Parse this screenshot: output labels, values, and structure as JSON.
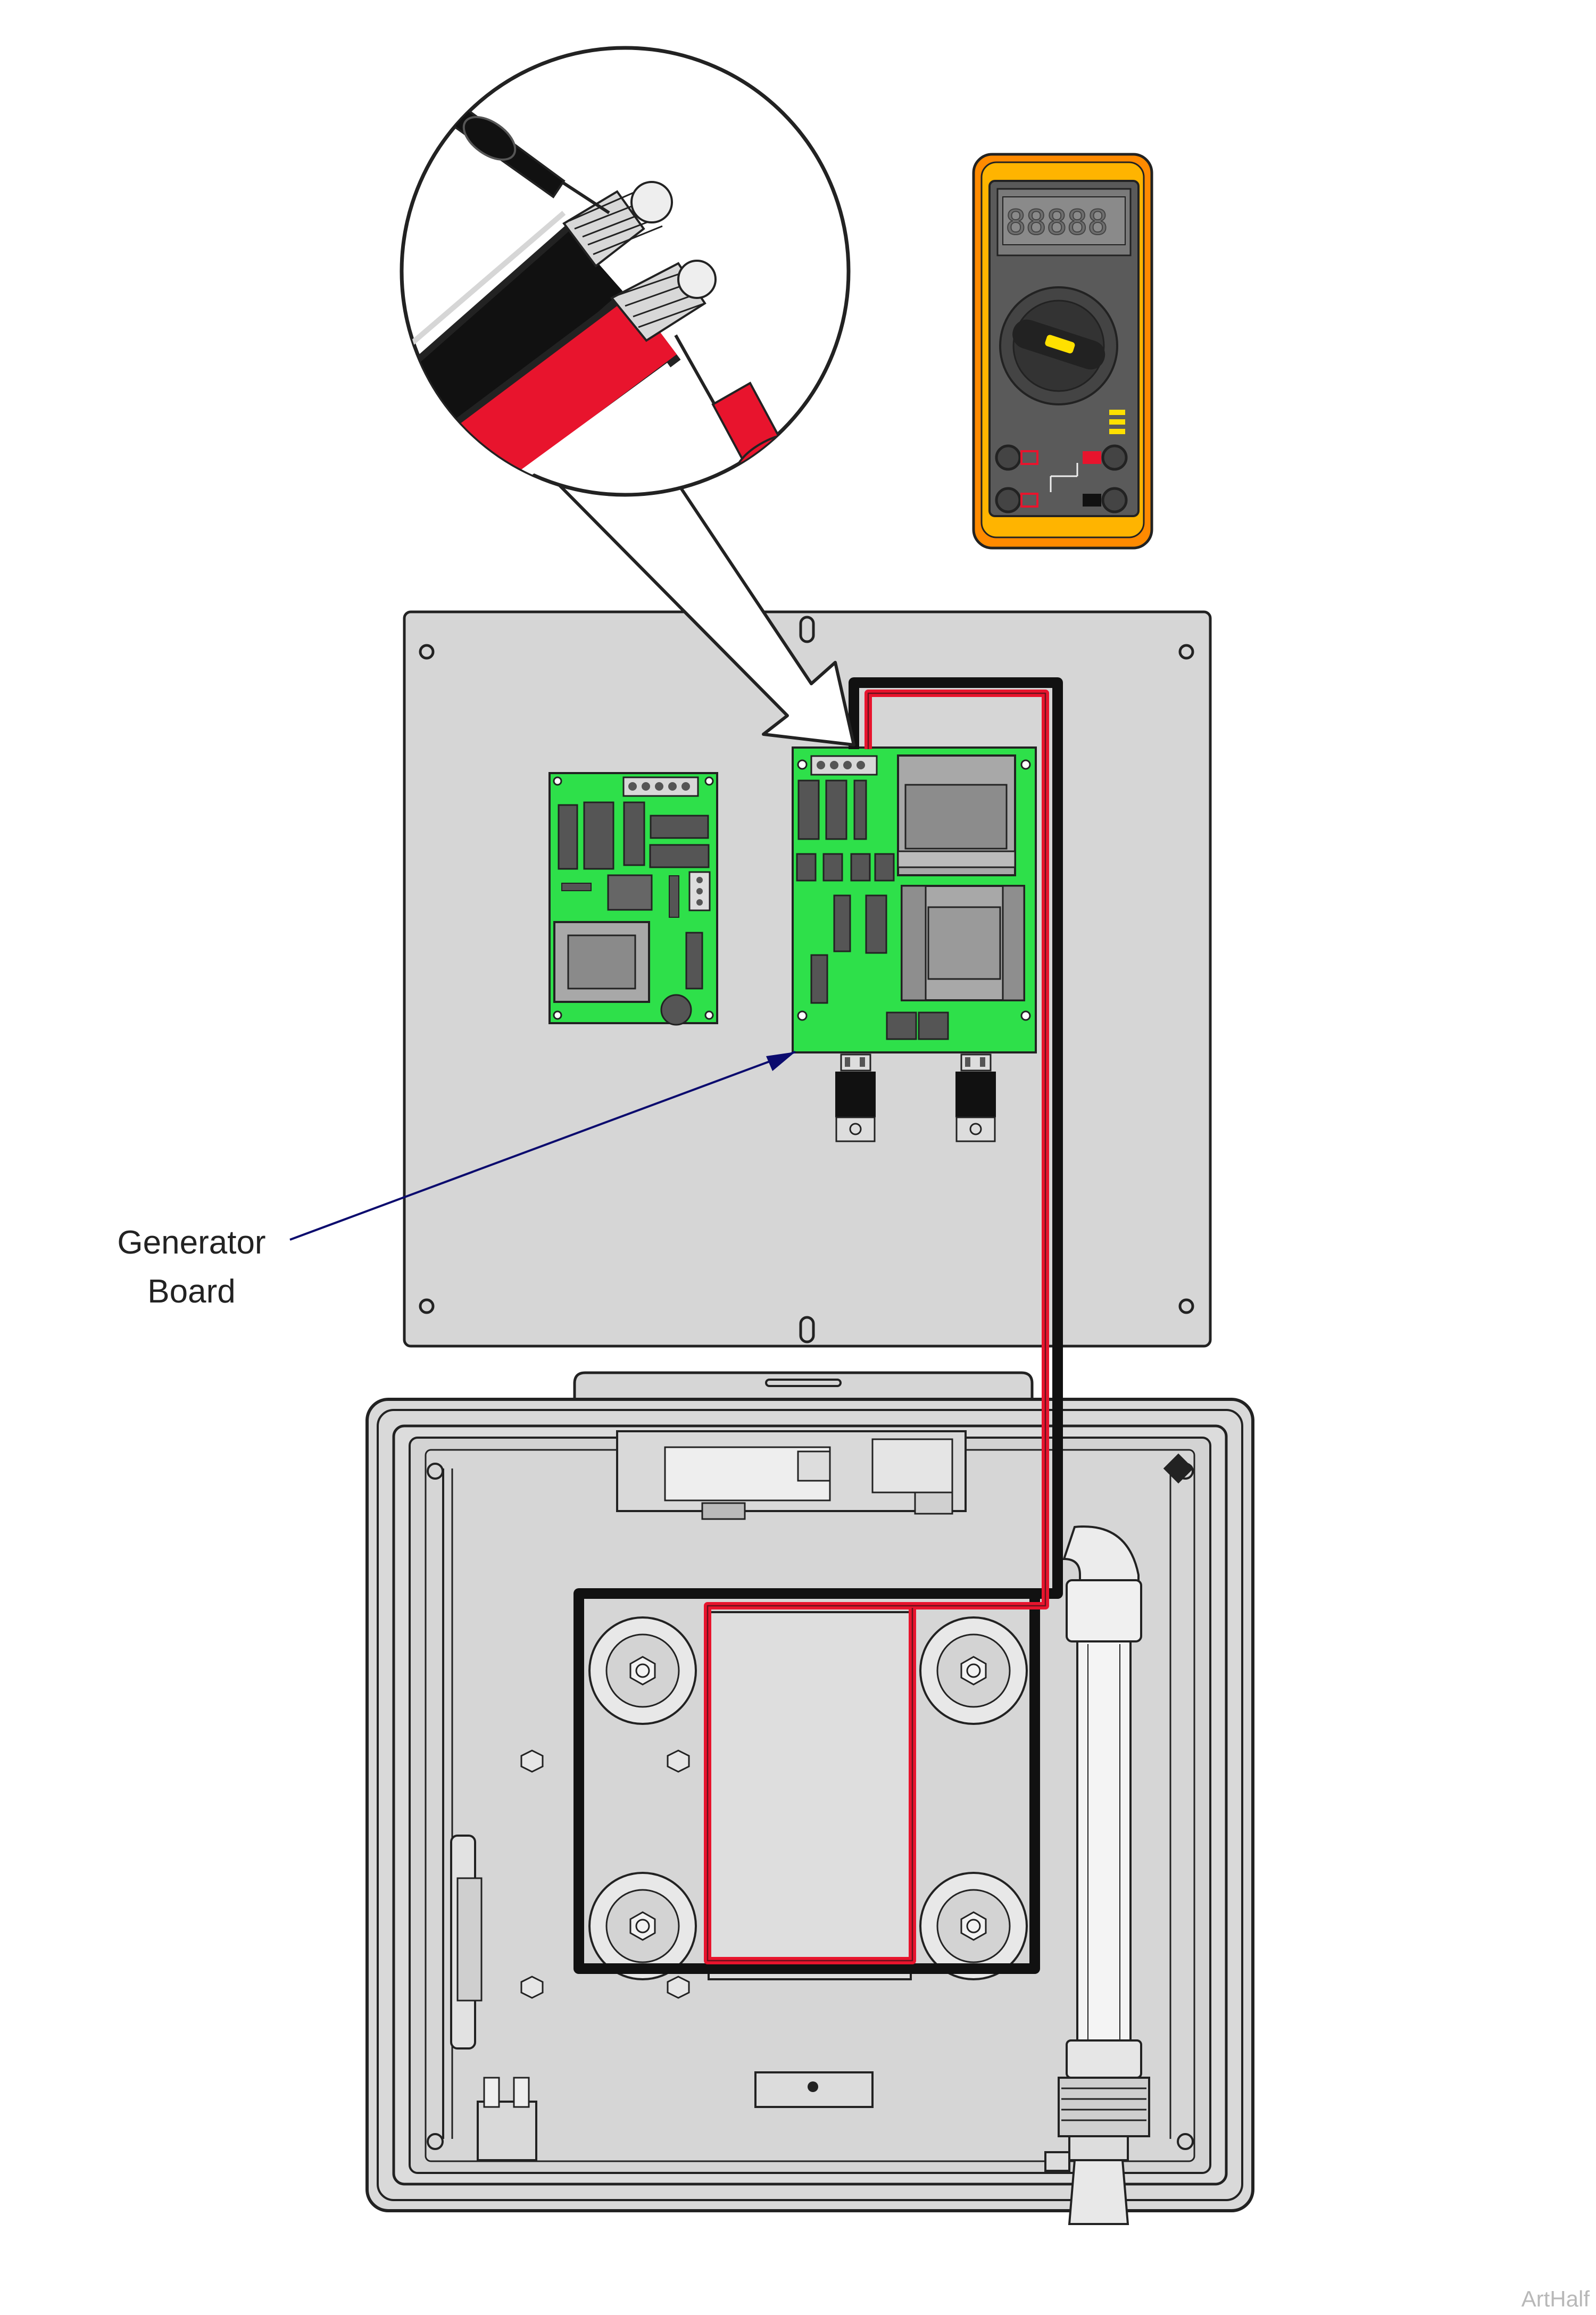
{
  "callout": {
    "line1": "Generator",
    "line2": "Board"
  },
  "watermark": "ArtHalf",
  "colors": {
    "panel": "#d6d6d6",
    "pcb": "#2ee04a",
    "wire_red": "#e8142d",
    "wire_black": "#111111",
    "meter_body": "#ffb400",
    "meter_face": "#5a5a5a",
    "leader": "#0b0b6e"
  },
  "icons": [
    "multimeter-icon",
    "probe-magnifier-icon",
    "wire-probe-icon"
  ]
}
